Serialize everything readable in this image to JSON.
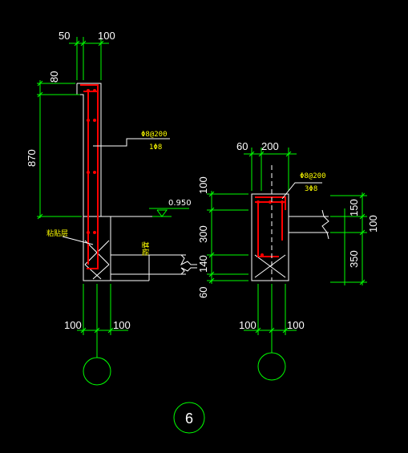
{
  "left_section": {
    "top_dims": [
      "50",
      "100"
    ],
    "height_dims": [
      "80",
      "870"
    ],
    "rebar_spacing": "Φ8@200",
    "rebar_count": "1Φ8",
    "elevation": "0.950",
    "note_left": "粘贴层",
    "note_slab": "基础",
    "bottom_dims": [
      "100",
      "100"
    ]
  },
  "right_section": {
    "top_dims": [
      "60",
      "200"
    ],
    "rebar_spacing": "Φ8@200",
    "rebar_count": "3Φ8",
    "left_dims": [
      "100",
      "300",
      "140",
      "60"
    ],
    "right_dims": [
      "150",
      "100",
      "350"
    ],
    "bottom_dims": [
      "100",
      "100"
    ]
  },
  "detail_number": "6",
  "colors": {
    "background": "#000000",
    "outline": "#ffffff",
    "dimension": "#00ff00",
    "rebar": "#ff0000",
    "text_note": "#ffff00"
  }
}
